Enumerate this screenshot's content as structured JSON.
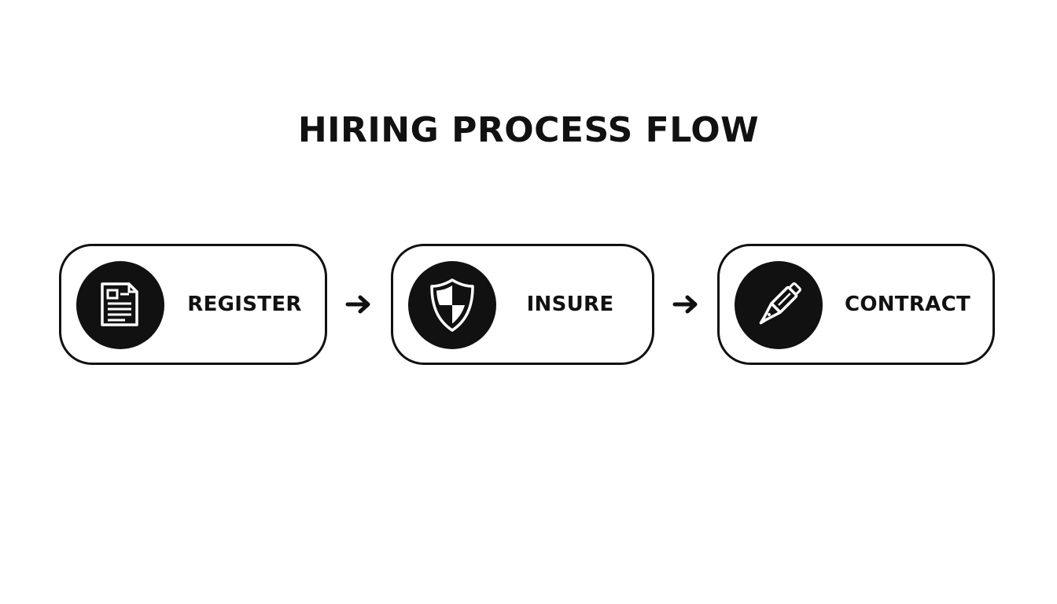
{
  "diagram": {
    "title": "HIRING PROCESS FLOW",
    "steps": [
      {
        "label": "REGISTER",
        "icon": "document-icon"
      },
      {
        "label": "INSURE",
        "icon": "shield-icon"
      },
      {
        "label": "CONTRACT",
        "icon": "pen-icon"
      }
    ],
    "connector": "arrow-right-icon",
    "colors": {
      "ink": "#111111",
      "background": "#ffffff"
    }
  }
}
